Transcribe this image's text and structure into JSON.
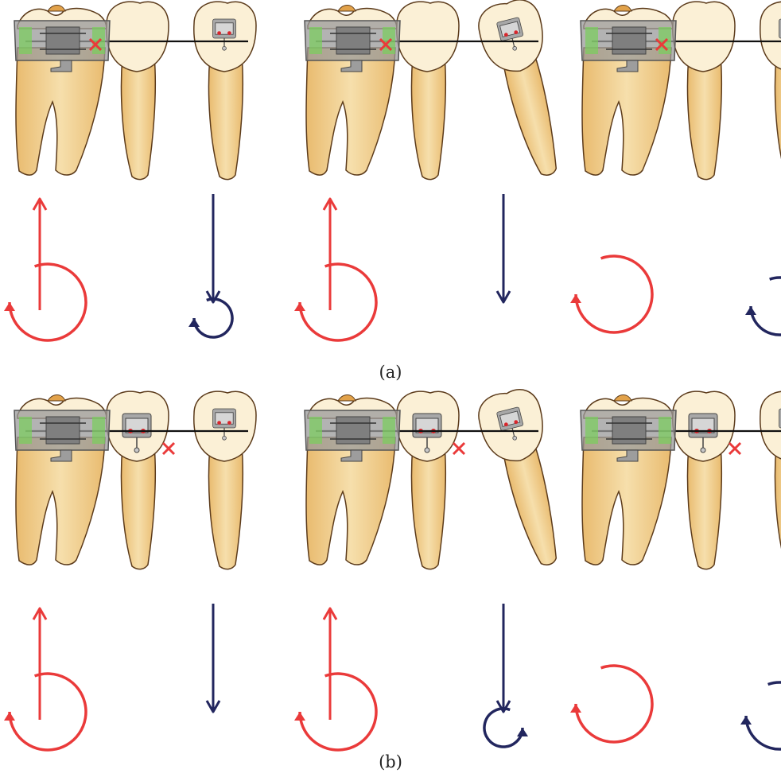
{
  "figure": {
    "caption_a": "(a)",
    "caption_b": "(b)"
  },
  "colors": {
    "background": "#ffffff",
    "tooth_fill": "#e9bb6f",
    "tooth_light": "#f6dfac",
    "crown_fill": "#fbf0d6",
    "outline": "#5b3a1a",
    "wire": "#111111",
    "molar_band": "#9a9a9a",
    "band_green": "#79cf5b",
    "bracket_gray": "#a8a8a8",
    "bracket_dot": "#d8262c",
    "red_arrow": "#ea3a3a",
    "navy_arrow": "#22265e",
    "contact_x": "#ea3a3a"
  },
  "panels": [
    {
      "row": "a",
      "position": "left",
      "molar": "banded",
      "premolar2": "plain",
      "premolar1": "bracketed",
      "premolar1_tilt": "upright",
      "contact_x_between": "molar-premolar2",
      "red": {
        "arrow": "up",
        "rotation": "clockwise"
      },
      "navy": {
        "arrow": "down",
        "rotation": "clockwise"
      }
    },
    {
      "row": "a",
      "position": "center",
      "molar": "banded",
      "premolar2": "plain",
      "premolar1": "bracketed",
      "premolar1_tilt": "tipped",
      "contact_x_between": "molar-premolar2",
      "red": {
        "arrow": "up",
        "rotation": "clockwise"
      },
      "navy": {
        "arrow": "down",
        "rotation": "none"
      }
    },
    {
      "row": "a",
      "position": "right",
      "molar": "banded",
      "premolar2": "plain",
      "premolar1": "bracketed",
      "premolar1_tilt": "upright",
      "contact_x_between": "molar-premolar2",
      "red": {
        "arrow": "none",
        "rotation": "clockwise"
      },
      "navy": {
        "arrow": "none",
        "rotation": "clockwise"
      }
    },
    {
      "row": "b",
      "position": "left",
      "molar": "banded",
      "premolar2": "bracketed",
      "premolar1": "bracketed",
      "premolar1_tilt": "upright",
      "contact_x_between": "premolar2-premolar1",
      "red": {
        "arrow": "up",
        "rotation": "clockwise"
      },
      "navy": {
        "arrow": "down",
        "rotation": "none"
      }
    },
    {
      "row": "b",
      "position": "center",
      "molar": "banded",
      "premolar2": "bracketed",
      "premolar1": "bracketed",
      "premolar1_tilt": "tipped",
      "contact_x_between": "premolar2-premolar1",
      "red": {
        "arrow": "up",
        "rotation": "clockwise"
      },
      "navy": {
        "arrow": "down",
        "rotation": "counterclockwise"
      }
    },
    {
      "row": "b",
      "position": "right",
      "molar": "banded",
      "premolar2": "bracketed",
      "premolar1": "bracketed",
      "premolar1_tilt": "upright",
      "contact_x_between": "premolar2-premolar1",
      "red": {
        "arrow": "none",
        "rotation": "clockwise"
      },
      "navy": {
        "arrow": "none",
        "rotation": "clockwise"
      }
    }
  ]
}
